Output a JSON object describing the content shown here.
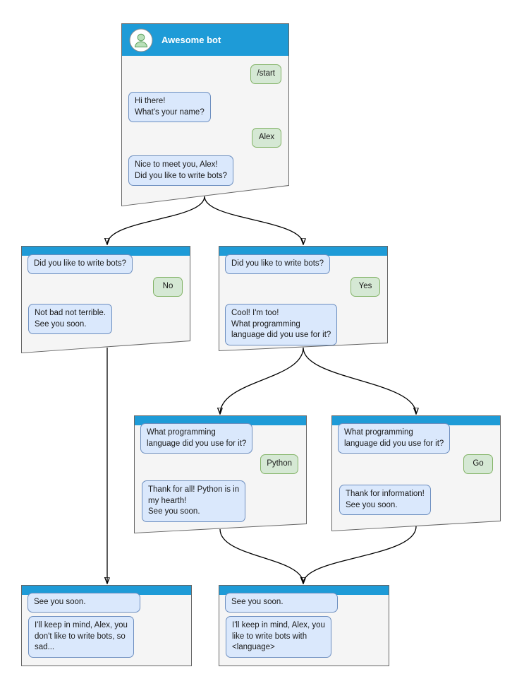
{
  "colors": {
    "header_blue": "#1e9bd7",
    "window_bg": "#f5f5f5",
    "window_border": "#666666",
    "bot_bubble_bg": "#dae8fc",
    "bot_bubble_border": "#6c8ebf",
    "user_bubble_bg": "#d5e8d4",
    "user_bubble_border": "#82b366"
  },
  "icons": {
    "avatar": "person-icon"
  },
  "windows": [
    {
      "name": "awesome-bot",
      "title": "Awesome bot",
      "messages": [
        {
          "from": "user",
          "text": "/start"
        },
        {
          "from": "bot",
          "text": "Hi there!\nWhat's your name?"
        },
        {
          "from": "user",
          "text": "Alex"
        },
        {
          "from": "bot",
          "text": "Nice to meet you, Alex!\nDid you like to write bots?"
        }
      ]
    },
    {
      "name": "branch-no",
      "messages": [
        {
          "from": "bot",
          "text": "Did you like to write bots?"
        },
        {
          "from": "user",
          "text": "No"
        },
        {
          "from": "bot",
          "text": "Not bad not terrible.\nSee you soon."
        }
      ]
    },
    {
      "name": "branch-yes",
      "messages": [
        {
          "from": "bot",
          "text": "Did you like to write bots?"
        },
        {
          "from": "user",
          "text": "Yes"
        },
        {
          "from": "bot",
          "text": "Cool! I'm too!\nWhat programming\nlanguage did you use for it?"
        }
      ]
    },
    {
      "name": "branch-python",
      "messages": [
        {
          "from": "bot",
          "text": "What programming\nlanguage did you use for it?"
        },
        {
          "from": "user",
          "text": "Python"
        },
        {
          "from": "bot",
          "text": "Thank for all! Python is in\nmy hearth!\nSee you soon."
        }
      ]
    },
    {
      "name": "branch-go",
      "messages": [
        {
          "from": "bot",
          "text": "What programming\nlanguage did you use for it?"
        },
        {
          "from": "user",
          "text": "Go"
        },
        {
          "from": "bot",
          "text": "Thank for information!\nSee you soon."
        }
      ]
    },
    {
      "name": "end-no",
      "messages": [
        {
          "from": "bot",
          "text": "See you soon."
        },
        {
          "from": "bot",
          "text": "I'll keep in mind, Alex, you\ndon't like to write bots, so\nsad..."
        }
      ]
    },
    {
      "name": "end-yes",
      "messages": [
        {
          "from": "bot",
          "text": "See you soon."
        },
        {
          "from": "bot",
          "text": "I'll keep in mind, Alex, you\nlike to write bots with\n<language>"
        }
      ]
    }
  ]
}
